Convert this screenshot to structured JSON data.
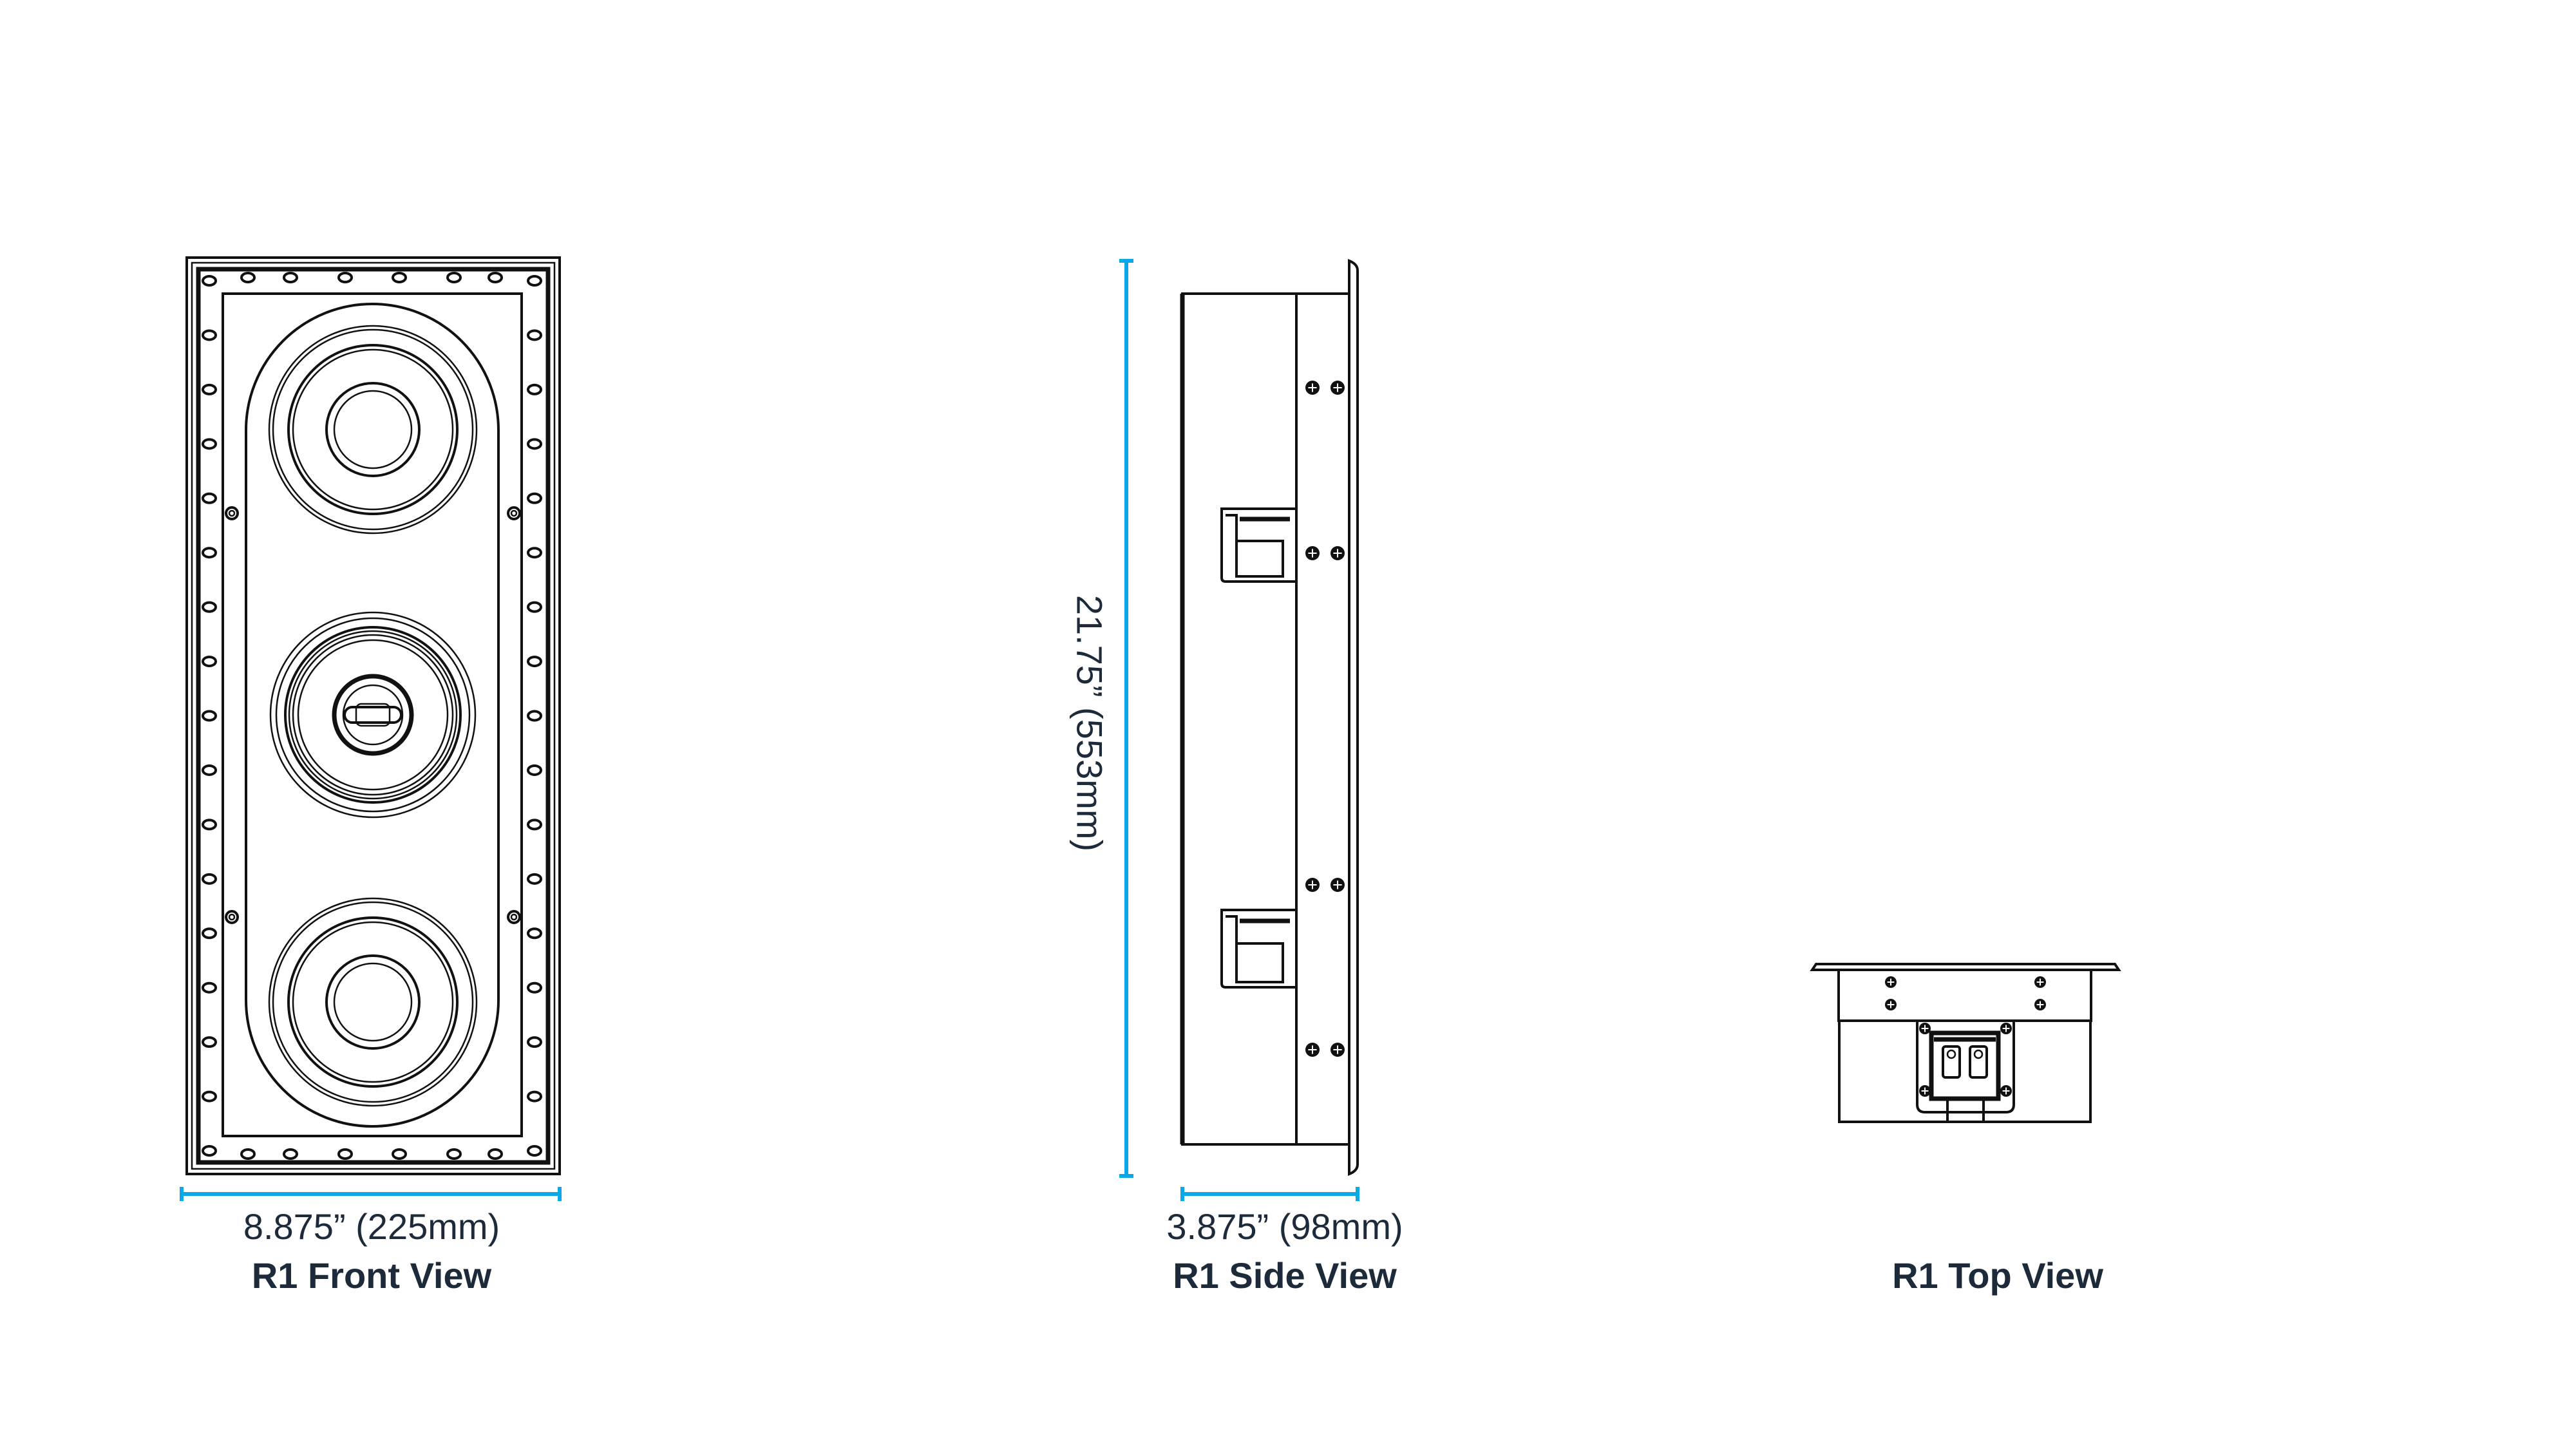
{
  "colors": {
    "dimension_line": "#0aa8e6",
    "text": "#1c2a3a",
    "drawing": "#111111"
  },
  "front_view": {
    "dimension": "8.875” (225mm)",
    "title": "R1 Front View"
  },
  "side_view": {
    "height_dimension": "21.75” (553mm)",
    "depth_dimension": "3.875” (98mm)",
    "title": "R1 Side View"
  },
  "top_view": {
    "title": "R1 Top View"
  }
}
